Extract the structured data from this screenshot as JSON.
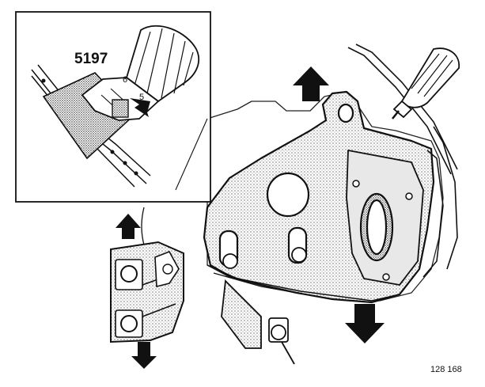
{
  "figure": {
    "tool_number": "5197",
    "scale_mark_1": "6",
    "scale_mark_2": "5",
    "reference_number": "128 168"
  },
  "icons": [
    "arrow-up-icon",
    "arrow-down-icon",
    "arrow-right-icon",
    "screwdriver-icon"
  ],
  "colors": {
    "ink": "#111111",
    "shade": "#c9c9c9",
    "light": "#e6e6e6",
    "paper": "#ffffff"
  }
}
